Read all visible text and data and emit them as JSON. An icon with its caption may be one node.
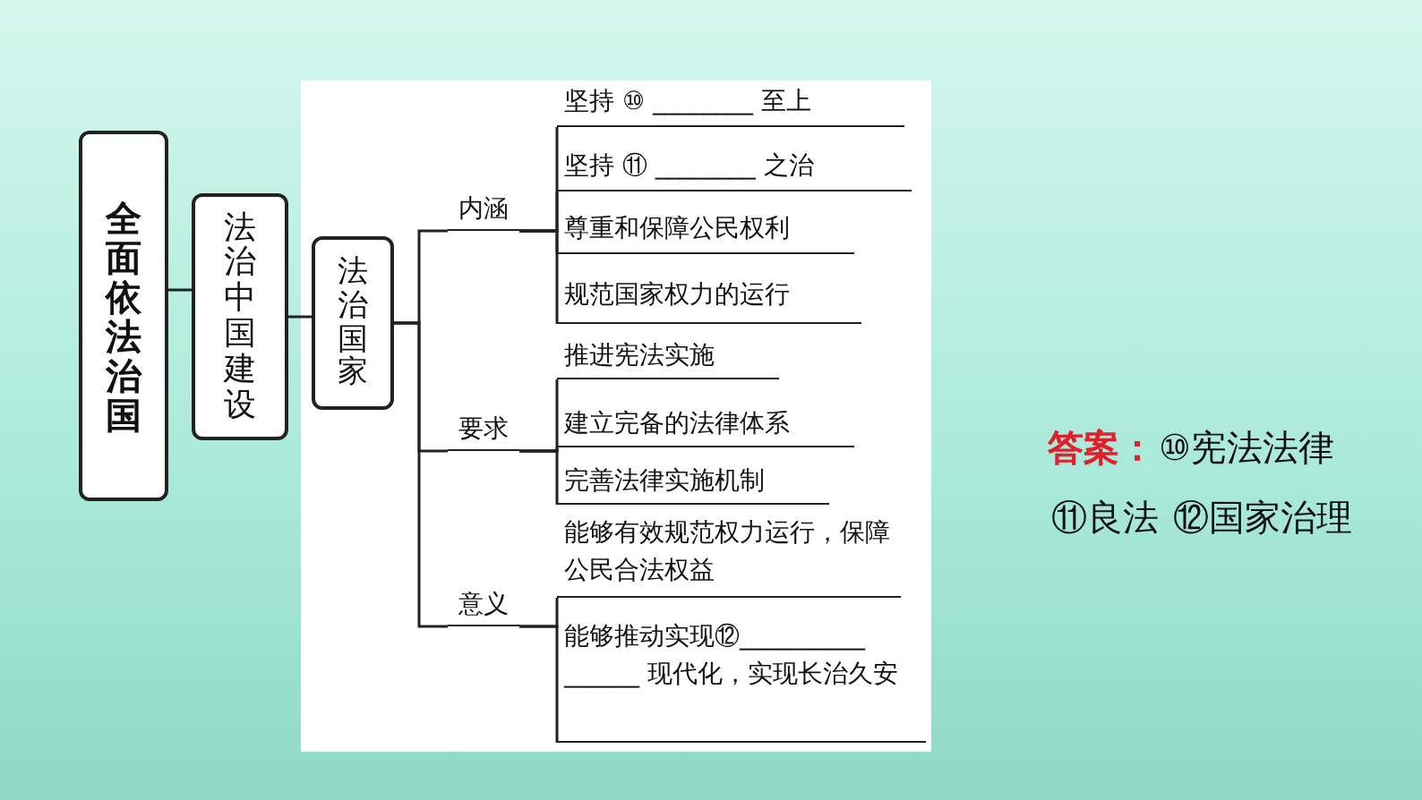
{
  "diagram": {
    "nodes": [
      {
        "text": [
          "全面依法治国"
        ]
      },
      {
        "text": [
          "法治中国建设"
        ]
      },
      {
        "text": [
          "法治国家"
        ]
      },
      {
        "text": [
          "内涵"
        ]
      },
      {
        "text": [
          "要求"
        ]
      },
      {
        "text": [
          "意义"
        ]
      },
      {
        "text": [
          "坚持 ⑩ ________ 至上"
        ]
      },
      {
        "text": [
          "坚持 ⑪ ________ 之治"
        ]
      },
      {
        "text": [
          "尊重和保障公民权利"
        ]
      },
      {
        "text": [
          "规范国家权力的运行"
        ]
      },
      {
        "text": [
          "推进宪法实施"
        ]
      },
      {
        "text": [
          "建立完备的法律体系"
        ]
      },
      {
        "text": [
          "完善法律实施机制"
        ]
      },
      {
        "text": [
          "能够有效规范权力运行，保障公民合法权益"
        ]
      },
      {
        "text": [
          "能够推动实现⑫__________ ______ 现代化，实现长治久安"
        ]
      }
    ],
    "edges": [
      {
        "from": 0,
        "to": 1,
        "arrow": "none"
      },
      {
        "from": 1,
        "to": 2,
        "arrow": "none"
      },
      {
        "from": 2,
        "to": 3,
        "arrow": "none"
      },
      {
        "from": 2,
        "to": 4,
        "arrow": "none"
      },
      {
        "from": 2,
        "to": 5,
        "arrow": "none"
      },
      {
        "from": 3,
        "to": 6,
        "arrow": "none"
      },
      {
        "from": 3,
        "to": 7,
        "arrow": "none"
      },
      {
        "from": 3,
        "to": 8,
        "arrow": "none"
      },
      {
        "from": 3,
        "to": 9,
        "arrow": "none"
      },
      {
        "from": 4,
        "to": 10,
        "arrow": "none"
      },
      {
        "from": 4,
        "to": 11,
        "arrow": "none"
      },
      {
        "from": 4,
        "to": 12,
        "arrow": "none"
      },
      {
        "from": 5,
        "to": 13,
        "arrow": "none"
      },
      {
        "from": 5,
        "to": 14,
        "arrow": "none"
      }
    ],
    "labels": [
      "答案：",
      "⑩宪法法律",
      "⑪良法",
      "⑫国家治理"
    ]
  }
}
